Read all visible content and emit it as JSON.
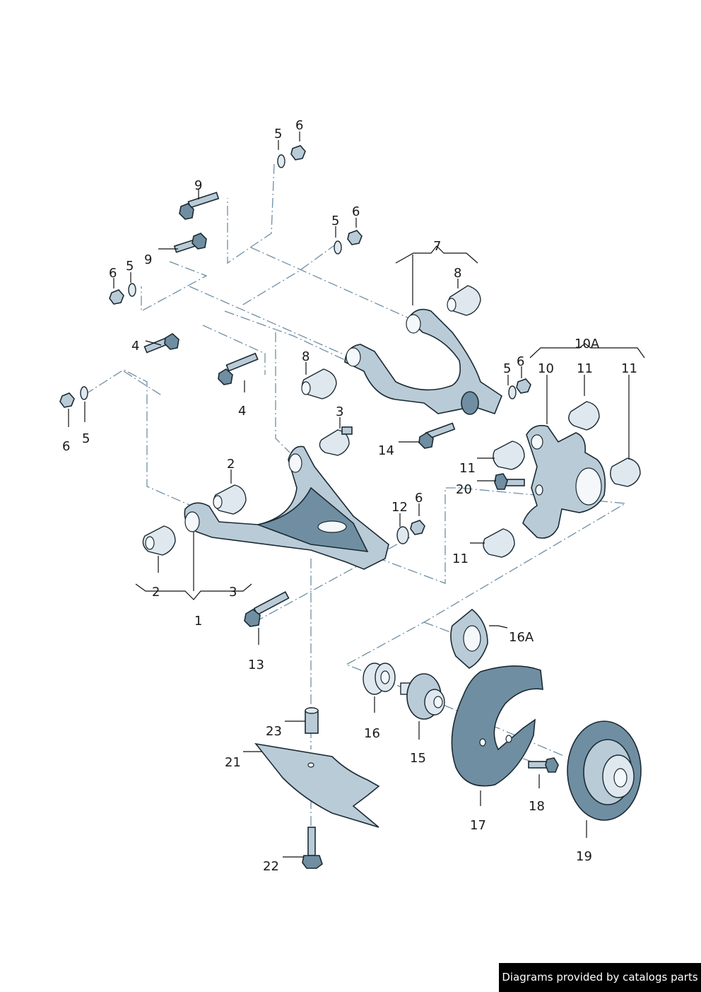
{
  "diagram": {
    "title": "Rear suspension wishbones, wheel bearing housing, hub and brake disc (exploded view)",
    "callouts": [
      {
        "id": "c1",
        "text": "1"
      },
      {
        "id": "c2a",
        "text": "2"
      },
      {
        "id": "c2b",
        "text": "2"
      },
      {
        "id": "c3a",
        "text": "3"
      },
      {
        "id": "c3b",
        "text": "3"
      },
      {
        "id": "c4a",
        "text": "4"
      },
      {
        "id": "c4b",
        "text": "4"
      },
      {
        "id": "c5a",
        "text": "5"
      },
      {
        "id": "c5b",
        "text": "5"
      },
      {
        "id": "c5c",
        "text": "5"
      },
      {
        "id": "c5d",
        "text": "5"
      },
      {
        "id": "c5e",
        "text": "5"
      },
      {
        "id": "c6a",
        "text": "6"
      },
      {
        "id": "c6b",
        "text": "6"
      },
      {
        "id": "c6c",
        "text": "6"
      },
      {
        "id": "c6d",
        "text": "6"
      },
      {
        "id": "c6e",
        "text": "6"
      },
      {
        "id": "c6f",
        "text": "6"
      },
      {
        "id": "c7",
        "text": "7"
      },
      {
        "id": "c8a",
        "text": "8"
      },
      {
        "id": "c8b",
        "text": "8"
      },
      {
        "id": "c9a",
        "text": "9"
      },
      {
        "id": "c9b",
        "text": "9"
      },
      {
        "id": "c10",
        "text": "10"
      },
      {
        "id": "c10A",
        "text": "10A"
      },
      {
        "id": "c11a",
        "text": "11"
      },
      {
        "id": "c11b",
        "text": "11"
      },
      {
        "id": "c11c",
        "text": "11"
      },
      {
        "id": "c11d",
        "text": "11"
      },
      {
        "id": "c12",
        "text": "12"
      },
      {
        "id": "c13",
        "text": "13"
      },
      {
        "id": "c14",
        "text": "14"
      },
      {
        "id": "c15",
        "text": "15"
      },
      {
        "id": "c16",
        "text": "16"
      },
      {
        "id": "c16A",
        "text": "16A"
      },
      {
        "id": "c17",
        "text": "17"
      },
      {
        "id": "c18",
        "text": "18"
      },
      {
        "id": "c19",
        "text": "19"
      },
      {
        "id": "c20",
        "text": "20"
      },
      {
        "id": "c21",
        "text": "21"
      },
      {
        "id": "c22",
        "text": "22"
      },
      {
        "id": "c23",
        "text": "23"
      }
    ]
  },
  "colors": {
    "part_fill": "#b9cbd6",
    "part_dark": "#6f8ea1",
    "axis_line": "#6f8fa3",
    "footer_bg": "#000000",
    "footer_text": "#ffffff"
  },
  "footer": {
    "text": "Diagrams provided by catalogs parts"
  }
}
